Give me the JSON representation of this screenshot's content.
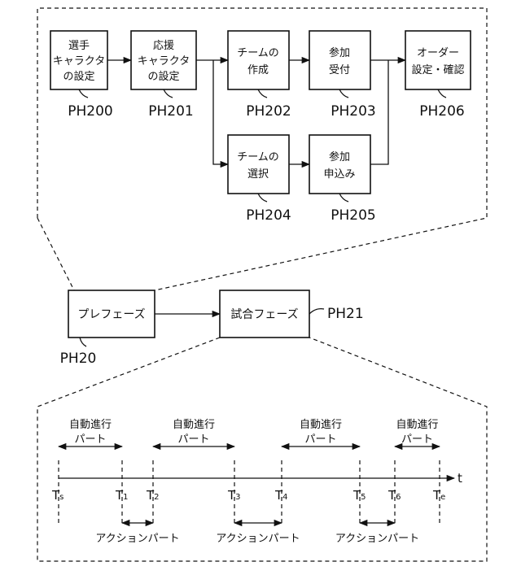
{
  "pre_phase": {
    "steps": [
      {
        "id": "ph200",
        "lines": [
          "選手",
          "キャラクタ",
          "の設定"
        ],
        "label": "PH200"
      },
      {
        "id": "ph201",
        "lines": [
          "応援",
          "キャラクタ",
          "の設定"
        ],
        "label": "PH201"
      },
      {
        "id": "ph202",
        "lines": [
          "チームの",
          "作成"
        ],
        "label": "PH202"
      },
      {
        "id": "ph203",
        "lines": [
          "参加",
          "受付"
        ],
        "label": "PH203"
      },
      {
        "id": "ph206",
        "lines": [
          "オーダー",
          "設定・確認"
        ],
        "label": "PH206"
      },
      {
        "id": "ph204",
        "lines": [
          "チームの",
          "選択"
        ],
        "label": "PH204"
      },
      {
        "id": "ph205",
        "lines": [
          "参加",
          "申込み"
        ],
        "label": "PH205"
      }
    ]
  },
  "phases": {
    "pre": {
      "text": "プレフェーズ",
      "label": "PH20"
    },
    "match": {
      "text": "試合フェーズ",
      "label": "PH21"
    }
  },
  "timeline": {
    "axis_label": "t",
    "ticks": [
      {
        "main": "T",
        "sub": "s"
      },
      {
        "main": "T",
        "sub": "1"
      },
      {
        "main": "T",
        "sub": "2"
      },
      {
        "main": "T",
        "sub": "3"
      },
      {
        "main": "T",
        "sub": "4"
      },
      {
        "main": "T",
        "sub": "5"
      },
      {
        "main": "T",
        "sub": "6"
      },
      {
        "main": "T",
        "sub": "e"
      }
    ],
    "auto_parts": [
      {
        "line1": "自動進行",
        "line2": "パート"
      },
      {
        "line1": "自動進行",
        "line2": "パート"
      },
      {
        "line1": "自動進行",
        "line2": "パート"
      },
      {
        "line1": "自動進行",
        "line2": "パート"
      }
    ],
    "action_parts": [
      {
        "label": "アクションパート"
      },
      {
        "label": "アクションパート"
      },
      {
        "label": "アクションパート"
      }
    ]
  }
}
